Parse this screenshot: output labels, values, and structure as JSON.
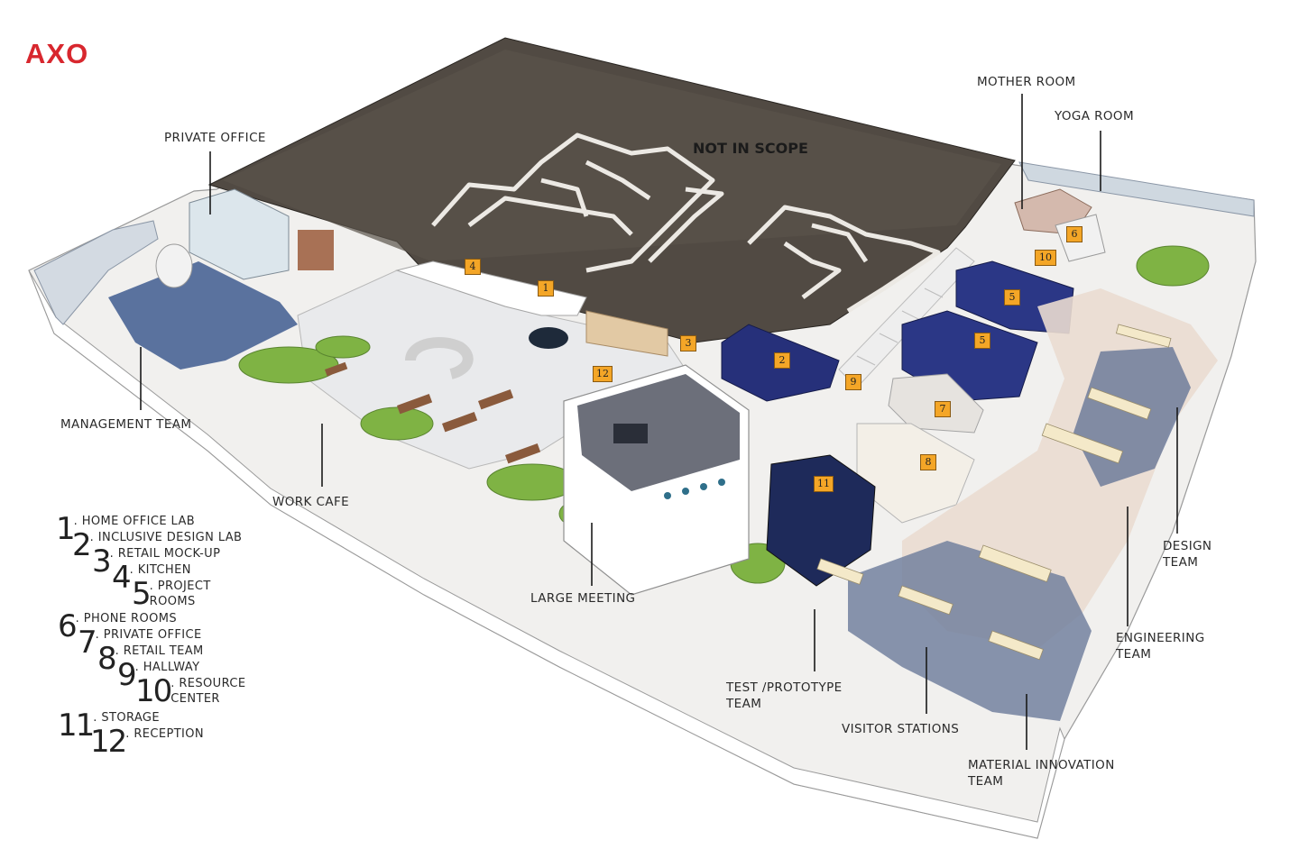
{
  "title": "AXO",
  "not_in_scope": "NOT IN SCOPE",
  "colors": {
    "title": "#d8272e",
    "badge": "#f4a627",
    "gray_block": "#514a43",
    "blue_room": "#26307a",
    "carpet": "#5a6a8c"
  },
  "labels": {
    "mother_room": "MOTHER ROOM",
    "yoga_room": "YOGA ROOM",
    "private_office": "PRIVATE OFFICE",
    "management_team": "MANAGEMENT TEAM",
    "work_cafe": "WORK CAFE",
    "large_meeting": "LARGE MEETING",
    "design_team_1": "DESIGN",
    "design_team_2": "TEAM",
    "engineering_team_1": "ENGINEERING",
    "engineering_team_2": "TEAM",
    "test_team_1": "TEST /PROTOTYPE",
    "test_team_2": "TEAM",
    "visitor_stations": "VISITOR STATIONS",
    "material_team_1": "MATERIAL INNOVATION",
    "material_team_2": "TEAM"
  },
  "badges": {
    "b1": "1",
    "b2": "2",
    "b3": "3",
    "b4": "4",
    "b5a": "5",
    "b5b": "5",
    "b6": "6",
    "b7": "7",
    "b8": "8",
    "b9": "9",
    "b10": "10",
    "b11": "11",
    "b12": "12"
  },
  "legend": [
    {
      "n": "1",
      "t": ". HOME OFFICE LAB"
    },
    {
      "n": "2",
      "t": ". INCLUSIVE DESIGN LAB"
    },
    {
      "n": "3",
      "t": ". RETAIL MOCK-UP"
    },
    {
      "n": "4",
      "t": ". KITCHEN"
    },
    {
      "n": "5",
      "t": ". PROJECT",
      "t2": "ROOMS"
    },
    {
      "n": "6",
      "t": ". PHONE ROOMS"
    },
    {
      "n": "7",
      "t": ". PRIVATE OFFICE"
    },
    {
      "n": "8",
      "t": ". RETAIL TEAM"
    },
    {
      "n": "9",
      "t": ". HALLWAY"
    },
    {
      "n": "10",
      "t": ". RESOURCE",
      "t2": "CENTER"
    },
    {
      "n": "11",
      "t": ". STORAGE"
    },
    {
      "n": "12",
      "t": ". RECEPTION"
    }
  ]
}
